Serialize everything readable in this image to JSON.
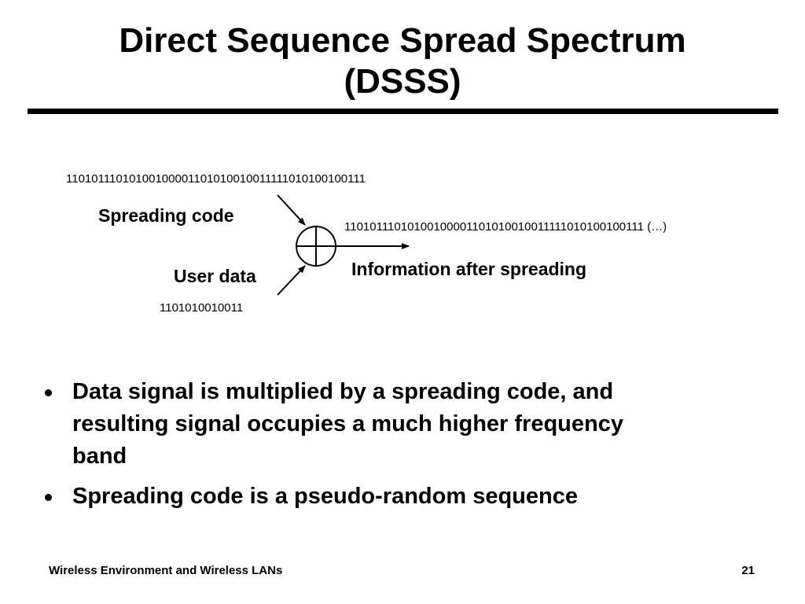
{
  "slide": {
    "title_line1": "Direct Sequence Spread Spectrum",
    "title_line2": "(DSSS)"
  },
  "diagram": {
    "spreading_code_bits": "11010111010100100001101010010011111010100100111",
    "spreading_code_label": "Spreading code",
    "user_data_label": "User data",
    "user_data_bits": "1101010010011",
    "output_bits": "11010111010100100001101010010011111010100100111 (…)",
    "output_label": "Information after spreading",
    "operator_icon": "xor-circle-icon"
  },
  "bullets": [
    {
      "line1": "Data signal is multiplied by a spreading code, and",
      "line2": "resulting signal occupies a much higher frequency",
      "line3": "band"
    },
    {
      "line1": "Spreading code is a pseudo-random sequence"
    }
  ],
  "footer": {
    "left": "Wireless Environment and Wireless LANs",
    "page_number": "21"
  }
}
